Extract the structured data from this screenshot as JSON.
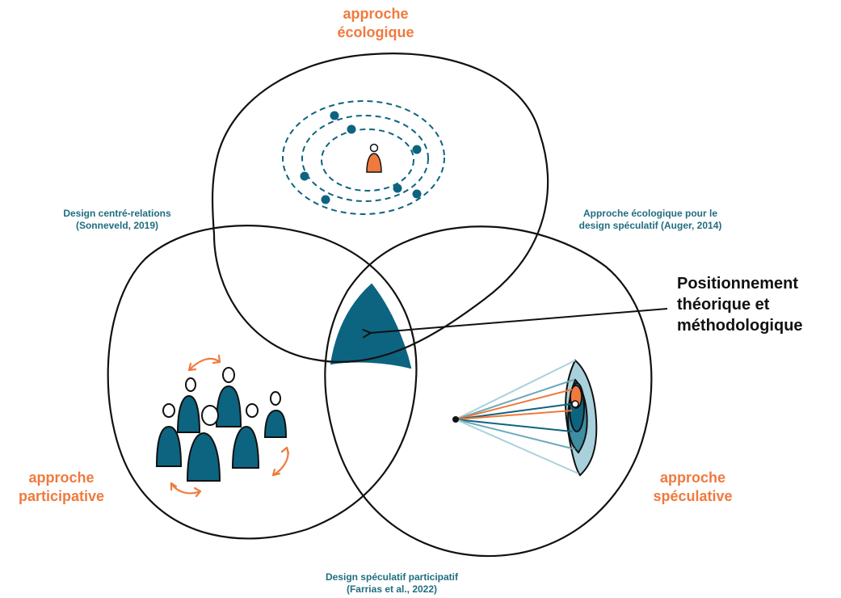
{
  "approaches": {
    "ecological": [
      "approche",
      "écologique"
    ],
    "participative": [
      "approche",
      "participative"
    ],
    "speculative": [
      "approche",
      "spéculative"
    ]
  },
  "intersections": {
    "relation_centered": [
      "Design centré-relations",
      "(Sonneveld, 2019)"
    ],
    "ecological_speculative": [
      "Approche écologique pour le",
      "design spéculatif (Auger, 2014)"
    ],
    "participatory_speculative": [
      "Design spéculatif participatif",
      "(Farrias et al., 2022)"
    ]
  },
  "positioning": [
    "Positionnement",
    "théorique et",
    "méthodologique"
  ],
  "colors": {
    "orange": "#ef7a3e",
    "teal": "#0d6480",
    "light_teal": "#a9d1dc",
    "outline": "#111111"
  }
}
